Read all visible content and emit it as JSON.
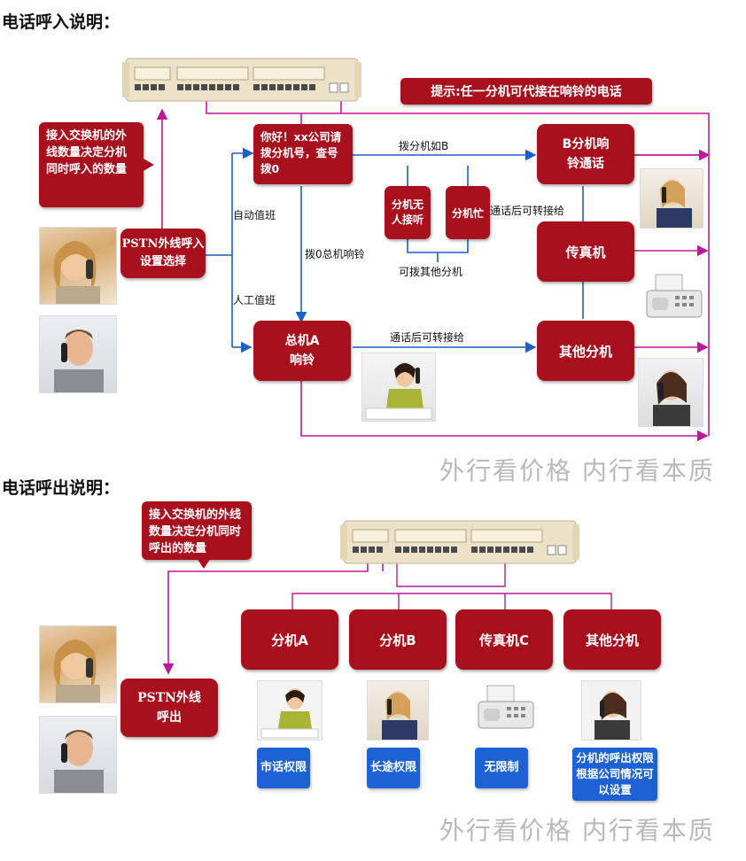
{
  "incoming": {
    "title": "电话呼入说明：",
    "tip": "提示:任一分机可代接在响铃的电话",
    "trunk_note": "接入交换机的外线数量决定分机同时呼入的数量",
    "pstn_box": "PSTN外线呼入设置选择",
    "greeting_box": "你好！xx公司请拨分机号，查号拨0",
    "auto_label": "自动值班",
    "manual_label": "人工值班",
    "dial_b_label": "拨分机如B",
    "no_answer_box": "分机无人接听",
    "busy_box": "分机忙",
    "other_ext_label": "可拨其他分机",
    "dial0_label": "拨0总机响铃",
    "transfer_label_1": "通话后可转接给",
    "transfer_label_2": "通话后可转接给",
    "b_ring_box": "B分机响铃通话",
    "fax_box": "传真机",
    "other_box": "其他分机",
    "operator_box": "总机A响铃"
  },
  "outgoing": {
    "title": "电话呼出说明：",
    "trunk_note": "接入交换机的外线数量决定分机同时呼出的数量",
    "pstn_box": "PSTN外线呼出",
    "ext_a": "分机A",
    "ext_b": "分机B",
    "fax_c": "传真机C",
    "other": "其他分机",
    "perm_a": "市话权限",
    "perm_b": "长途权限",
    "perm_c": "无限制",
    "perm_other": "分机的呼出权限根据公司情况可以设置"
  },
  "watermark_1": "外行看价格 内行看本质",
  "watermark_2": "外行看价格 内行看本质",
  "colors": {
    "box_red": "#a8101e",
    "arrow_magenta": "#c0169c",
    "arrow_blue": "#1b5fc7",
    "perm_blue": "#1c62d4",
    "watermark_gray": "#b9b9b9"
  },
  "icons": [
    "pbx-device",
    "woman-phone-photo",
    "man-phone-photo",
    "operator-photo",
    "fax-machine",
    "office-woman-phone-photo"
  ]
}
